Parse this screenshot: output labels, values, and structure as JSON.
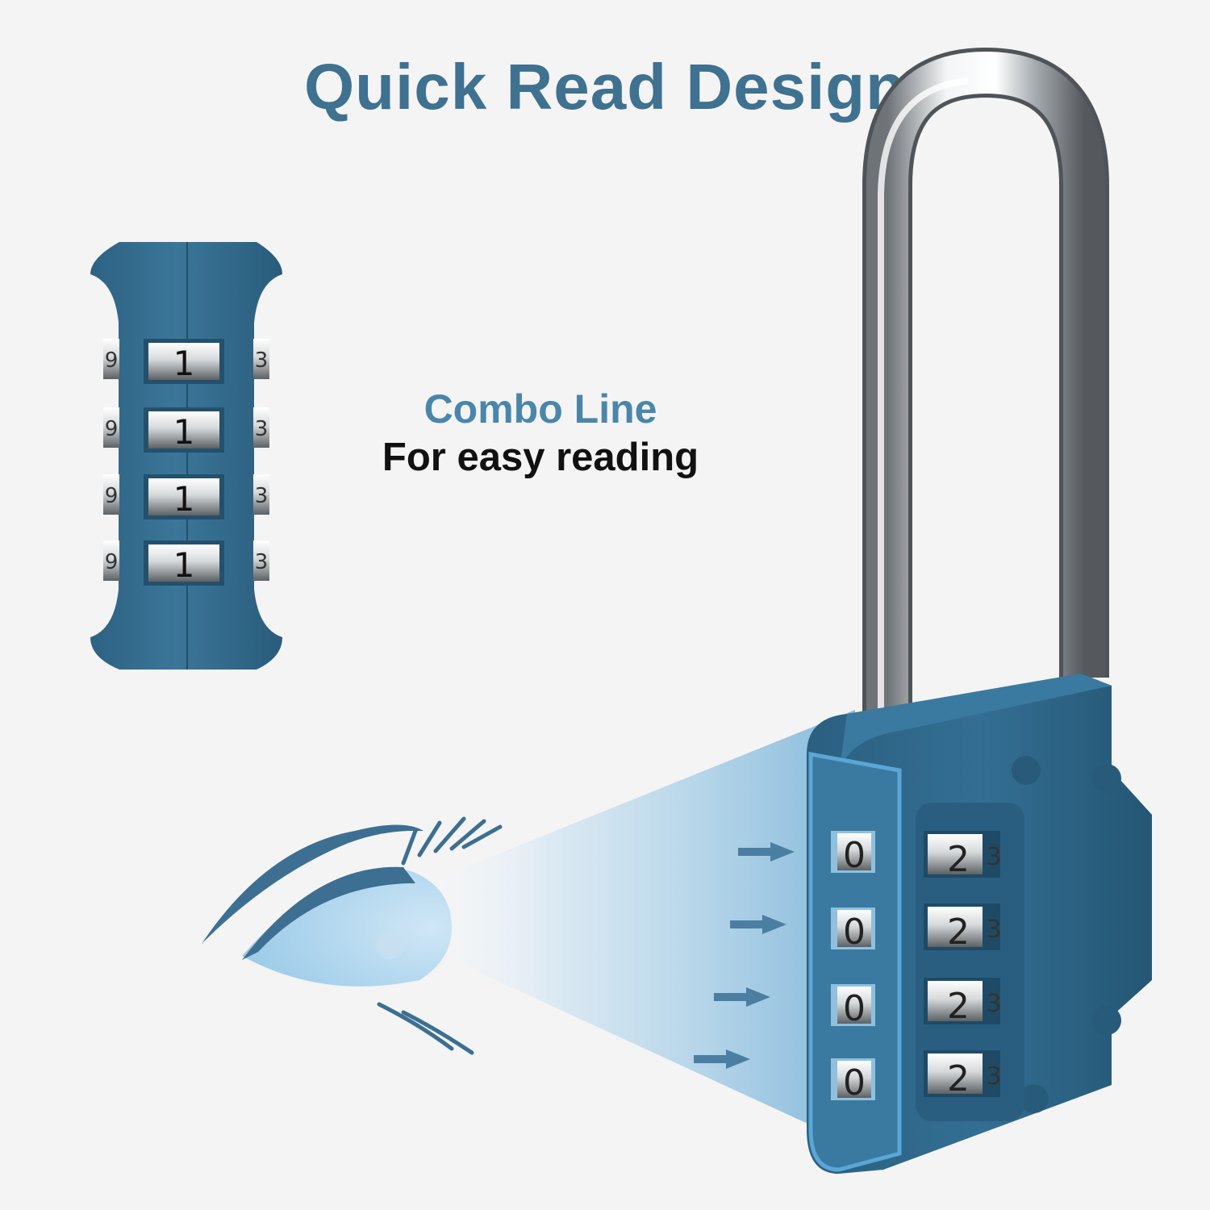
{
  "headline": "Quick Read Design",
  "callout": {
    "title": "Combo Line",
    "subtitle": "For easy reading"
  },
  "lock_view": {
    "detail_dials": {
      "left": "9",
      "center": "1",
      "right": "3",
      "count": 4
    },
    "front_dials": {
      "center": "0",
      "right": "2",
      "edge": "3",
      "count": 4
    }
  },
  "colors": {
    "background": "#f4f4f4",
    "headline": "#3f7190",
    "callout_title": "#4a86aa",
    "callout_subtitle": "#111111",
    "lock_body": "#2f6688",
    "beam": "#8fc0df",
    "eye": "#3c6f92"
  }
}
